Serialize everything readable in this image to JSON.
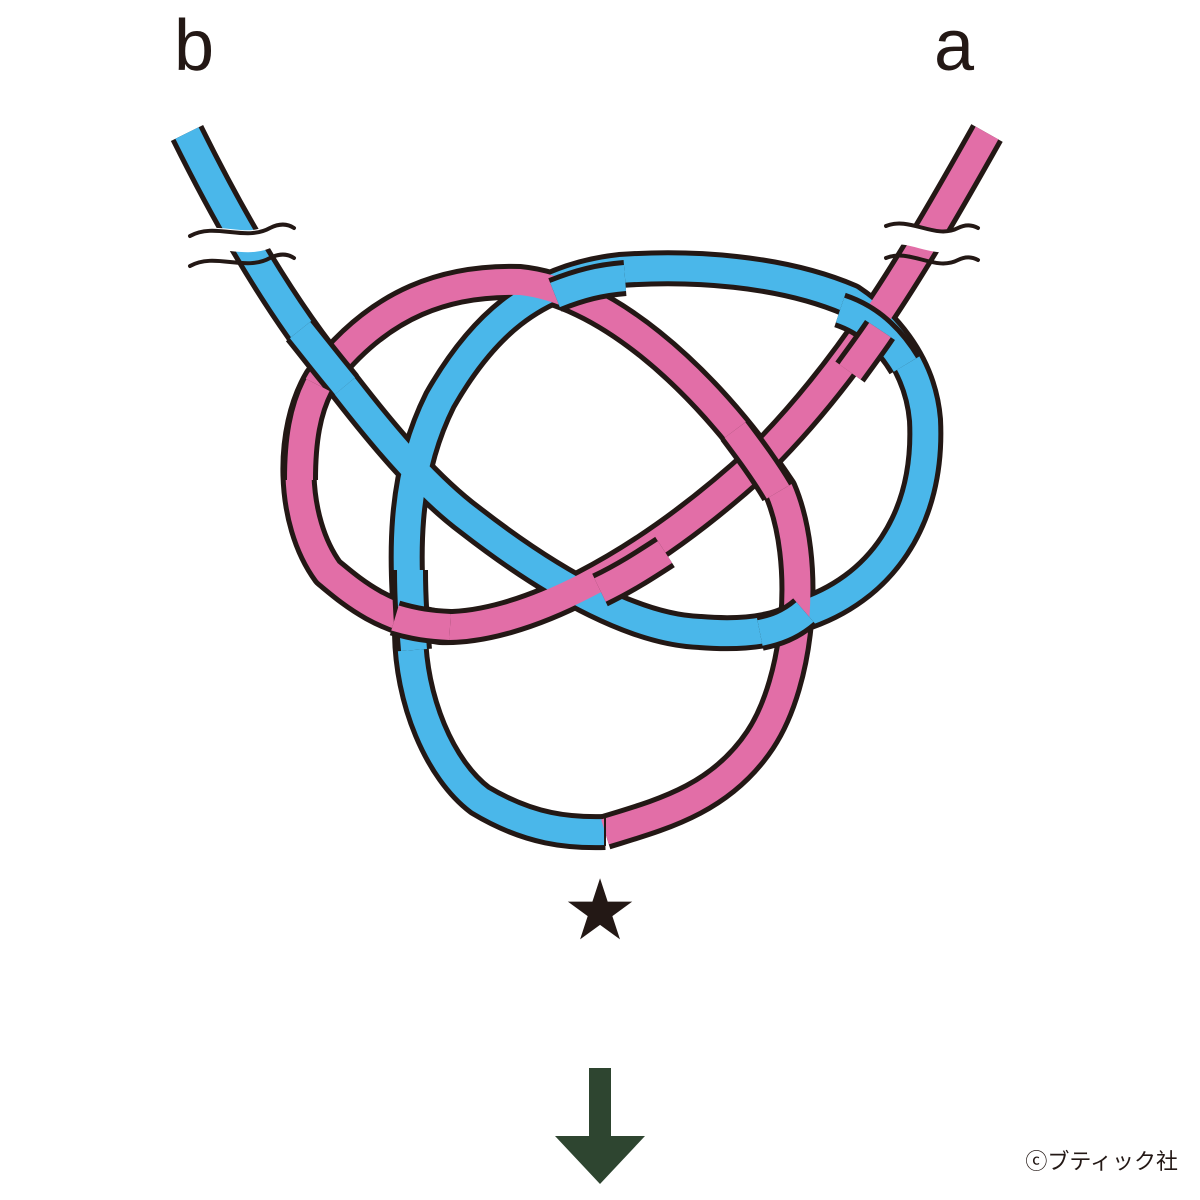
{
  "labels": {
    "cord_a": "a",
    "cord_b": "b",
    "star": "★",
    "copyright": "ⓒブティック社"
  },
  "colors": {
    "cord_a": "#e26ea7",
    "cord_b": "#4ab7ea",
    "outline": "#231815",
    "arrow": "#2e4530",
    "background": "#ffffff"
  },
  "icons": {
    "star": "star-icon",
    "arrow": "arrow-down-icon",
    "cut_mark": "wavy-break-icon"
  }
}
